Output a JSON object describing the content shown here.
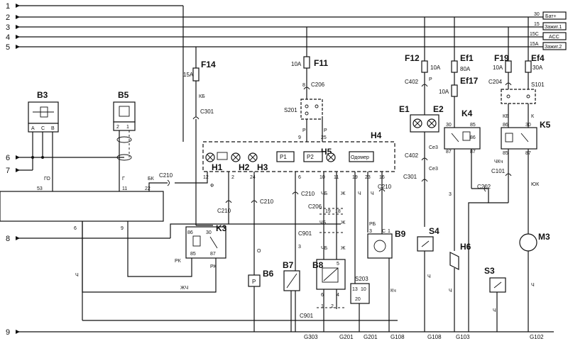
{
  "buses": [
    {
      "num": "1",
      "right": ""
    },
    {
      "num": "2",
      "right": "Бат+"
    },
    {
      "num": "3",
      "right": "Зажиг.1"
    },
    {
      "num": "4",
      "right": "ACC"
    },
    {
      "num": "5",
      "right": "Зажиг.2"
    }
  ],
  "bus_codes": [
    "30",
    "15",
    "15C",
    "15A"
  ],
  "left_nums": {
    "n6": "6",
    "n7": "7",
    "n8": "8",
    "n9": "9"
  },
  "fuses": {
    "f14": {
      "name": "F14",
      "rating": "15A"
    },
    "f11": {
      "name": "F11",
      "rating": "10A"
    },
    "f12": {
      "name": "F12",
      "rating": "10A"
    },
    "ef1": {
      "name": "Ef1",
      "rating": "80A"
    },
    "ef17": {
      "name": "Ef17",
      "rating": "10A"
    },
    "f19": {
      "name": "F19",
      "rating": "10A"
    },
    "ef4": {
      "name": "Ef4",
      "rating": "30A"
    }
  },
  "components": {
    "b3": "B3",
    "b5": "B5",
    "b6": "B6",
    "b7": "B7",
    "b8": "B8",
    "b9": "B9",
    "h1": "H1",
    "h2": "H2",
    "h3": "H3",
    "h4": "H4",
    "h5": "H5",
    "h6": "H6",
    "k3": "K3",
    "k4": "K4",
    "k5": "K5",
    "s101": "S101",
    "s201": "S201",
    "s203": "S203",
    "s3": "S3",
    "s4": "S4",
    "m3": "M3",
    "e1": "E1",
    "e2": "E2",
    "p1": "P1",
    "p2": "P2",
    "odometer": "Одомер"
  },
  "connectors": {
    "c206": "C206",
    "c301": "C301",
    "c402": "C402",
    "c204": "C204",
    "c210": "C210",
    "c202": "C202",
    "c101": "C101",
    "c901": "C901"
  },
  "grounds": [
    "G303",
    "G201",
    "G201",
    "G108",
    "G108",
    "G103",
    "G102"
  ],
  "wire_colors": {
    "kb": "КБ",
    "go": "ГО",
    "g": "Г",
    "bk": "БК",
    "f": "Ф",
    "o": "О",
    "rk": "РК",
    "zhch": "ЖЧ",
    "ch": "Ч",
    "p": "Р",
    "chb": "ЧБ",
    "zh": "Ж",
    "rb": "РБ",
    "kch": "Кч",
    "s": "С",
    "se3": "Се3",
    "k": "К",
    "yuk": "ЮК",
    "chk": "ЧКч"
  },
  "b3_pins": [
    "A",
    "C",
    "B"
  ],
  "b5_pins": [
    "2",
    "1"
  ],
  "pins": {
    "cluster_bottom": [
      "12",
      "2",
      "24",
      "6",
      "10",
      "11",
      "19",
      "23",
      "16"
    ],
    "cluster_top": [
      "9",
      "25"
    ],
    "left_block": [
      "53",
      "11",
      "22",
      "6",
      "9"
    ],
    "k3": [
      "86",
      "30",
      "85",
      "87"
    ],
    "k4": [
      "30",
      "85",
      "86",
      "87",
      "87"
    ],
    "k5": [
      "86",
      "85",
      "30",
      "87"
    ],
    "misc": [
      "8",
      "3",
      "5",
      "4",
      "6",
      "1",
      "2",
      "13",
      "10",
      "20",
      "19",
      "18",
      "3",
      "1"
    ]
  }
}
